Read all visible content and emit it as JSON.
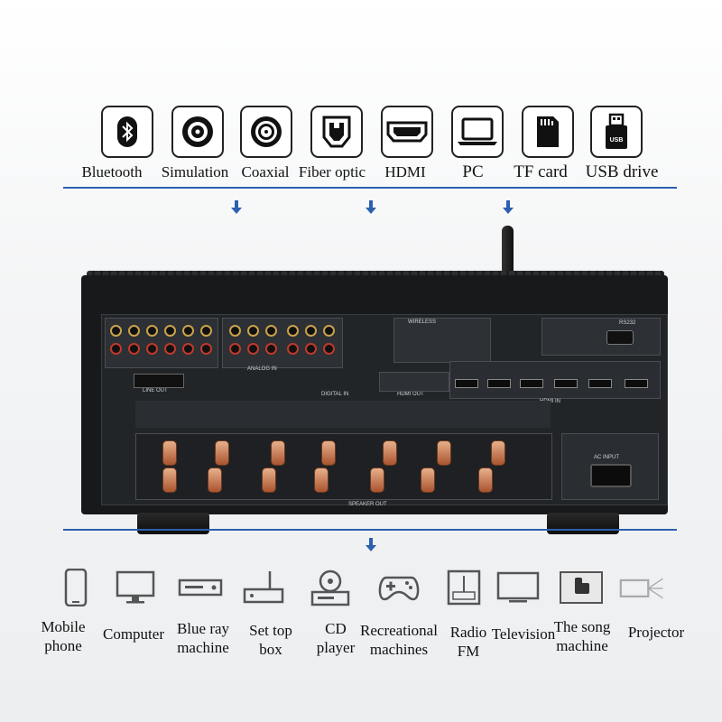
{
  "inputs": [
    {
      "label": "Bluetooth",
      "icon": "bluetooth-icon"
    },
    {
      "label": "Simulation",
      "icon": "analog-jack-icon"
    },
    {
      "label": "Coaxial",
      "icon": "coaxial-icon"
    },
    {
      "label": "Fiber optic",
      "icon": "fiber-optic-icon"
    },
    {
      "label": "HDMI",
      "icon": "hdmi-icon"
    },
    {
      "label": "PC",
      "icon": "laptop-icon"
    },
    {
      "label": "TF card",
      "icon": "sd-card-icon"
    },
    {
      "label": "USB drive",
      "icon": "usb-drive-icon"
    }
  ],
  "outputs": [
    {
      "line1": "Mobile",
      "line2": "phone",
      "icon": "mobile-phone-icon"
    },
    {
      "line1": "Computer",
      "line2": "",
      "icon": "computer-icon"
    },
    {
      "line1": "Blue ray",
      "line2": "machine",
      "icon": "bluray-player-icon"
    },
    {
      "line1": "Set top",
      "line2": "box",
      "icon": "set-top-box-icon"
    },
    {
      "line1": "CD",
      "line2": "player",
      "icon": "cd-player-icon"
    },
    {
      "line1": "Recreational",
      "line2": "machines",
      "icon": "gamepad-icon"
    },
    {
      "line1": "Radio",
      "line2": "FM",
      "icon": "radio-icon"
    },
    {
      "line1": "Television",
      "line2": "",
      "icon": "television-icon"
    },
    {
      "line1": "The song",
      "line2": "machine",
      "icon": "karaoke-icon"
    },
    {
      "line1": "Projector",
      "line2": "",
      "icon": "projector-icon"
    }
  ],
  "device": {
    "speaker_out": "SPEAKER OUT",
    "line_out": "LINE OUT",
    "analog_in": "ANALOG IN",
    "digital_in": "DIGITAL IN",
    "hdmi_out": "HDMI OUT",
    "hdmi_in": "HDMI IN",
    "ac_input": "AC INPUT",
    "wireless": "WIRELESS",
    "rs232": "RS232"
  },
  "colors": {
    "accent": "#2d5fb0",
    "chassis": "#17191b"
  }
}
